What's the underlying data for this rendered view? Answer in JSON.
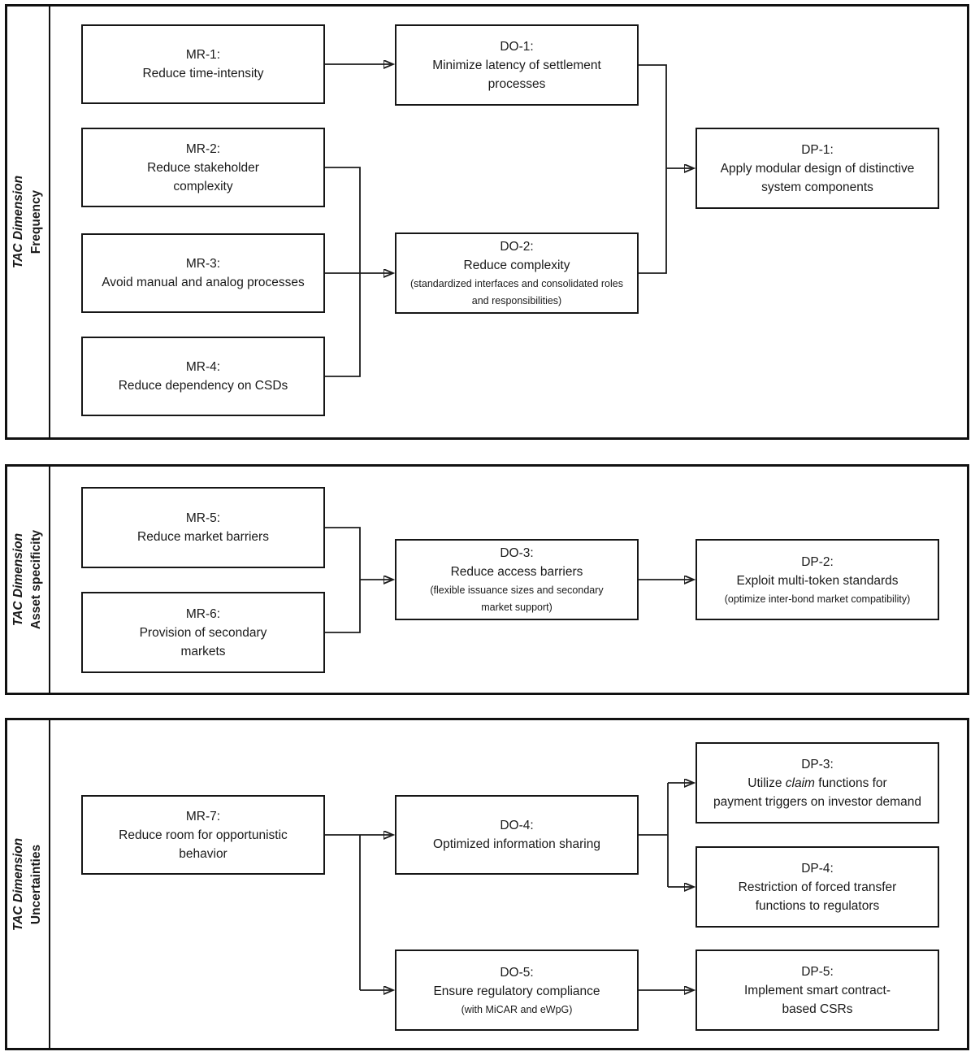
{
  "panels": [
    {
      "dim_label": "TAC Dimension",
      "dim_value": "Frequency",
      "boxes": {
        "mr1": {
          "title": "MR-1:",
          "lines": [
            "Reduce time-intensity"
          ]
        },
        "mr2": {
          "title": "MR-2:",
          "lines": [
            "Reduce stakeholder",
            "complexity"
          ]
        },
        "mr3": {
          "title": "MR-3:",
          "lines": [
            "Avoid manual and analog processes"
          ]
        },
        "mr4": {
          "title": "MR-4:",
          "lines": [
            "Reduce dependency on CSDs"
          ]
        },
        "do1": {
          "title": "DO-1:",
          "lines": [
            "Minimize latency of settlement",
            "processes"
          ]
        },
        "do2": {
          "title": "DO-2:",
          "lines": [
            "Reduce complexity"
          ],
          "note_lines": [
            "(standardized interfaces and consolidated roles",
            "and responsibilities)"
          ]
        },
        "dp1": {
          "title": "DP-1:",
          "lines": [
            "Apply modular design of distinctive",
            "system components"
          ]
        }
      }
    },
    {
      "dim_label": "TAC Dimension",
      "dim_value": "Asset specificity",
      "boxes": {
        "mr5": {
          "title": "MR-5:",
          "lines": [
            "Reduce market barriers"
          ]
        },
        "mr6": {
          "title": "MR-6:",
          "lines": [
            "Provision of secondary",
            "markets"
          ]
        },
        "do3": {
          "title": "DO-3:",
          "lines": [
            "Reduce access barriers"
          ],
          "note_lines": [
            "(flexible issuance sizes and secondary",
            "market support)"
          ]
        },
        "dp2": {
          "title": "DP-2:",
          "lines": [
            "Exploit multi-token standards"
          ],
          "note_lines": [
            "(optimize inter-bond market compatibility)"
          ]
        }
      }
    },
    {
      "dim_label": "TAC Dimension",
      "dim_value": "Uncertainties",
      "boxes": {
        "mr7": {
          "title": "MR-7:",
          "lines": [
            "Reduce room for opportunistic",
            "behavior"
          ]
        },
        "do4": {
          "title": "DO-4:",
          "lines": [
            "Optimized information sharing"
          ]
        },
        "dp3": {
          "title": "DP-3:",
          "line1_pre": "Utilize ",
          "line1_italic": "claim",
          "line1_post": " functions for",
          "line2": "payment triggers on investor demand"
        },
        "dp4": {
          "title": "DP-4:",
          "lines": [
            "Restriction of forced transfer",
            "functions to regulators"
          ]
        },
        "do5": {
          "title": "DO-5:",
          "lines": [
            "Ensure regulatory compliance"
          ],
          "note_lines": [
            "(with MiCAR and eWpG)"
          ]
        },
        "dp5": {
          "title": "DP-5:",
          "lines": [
            "Implement smart contract-",
            "based CSRs"
          ]
        }
      }
    }
  ]
}
